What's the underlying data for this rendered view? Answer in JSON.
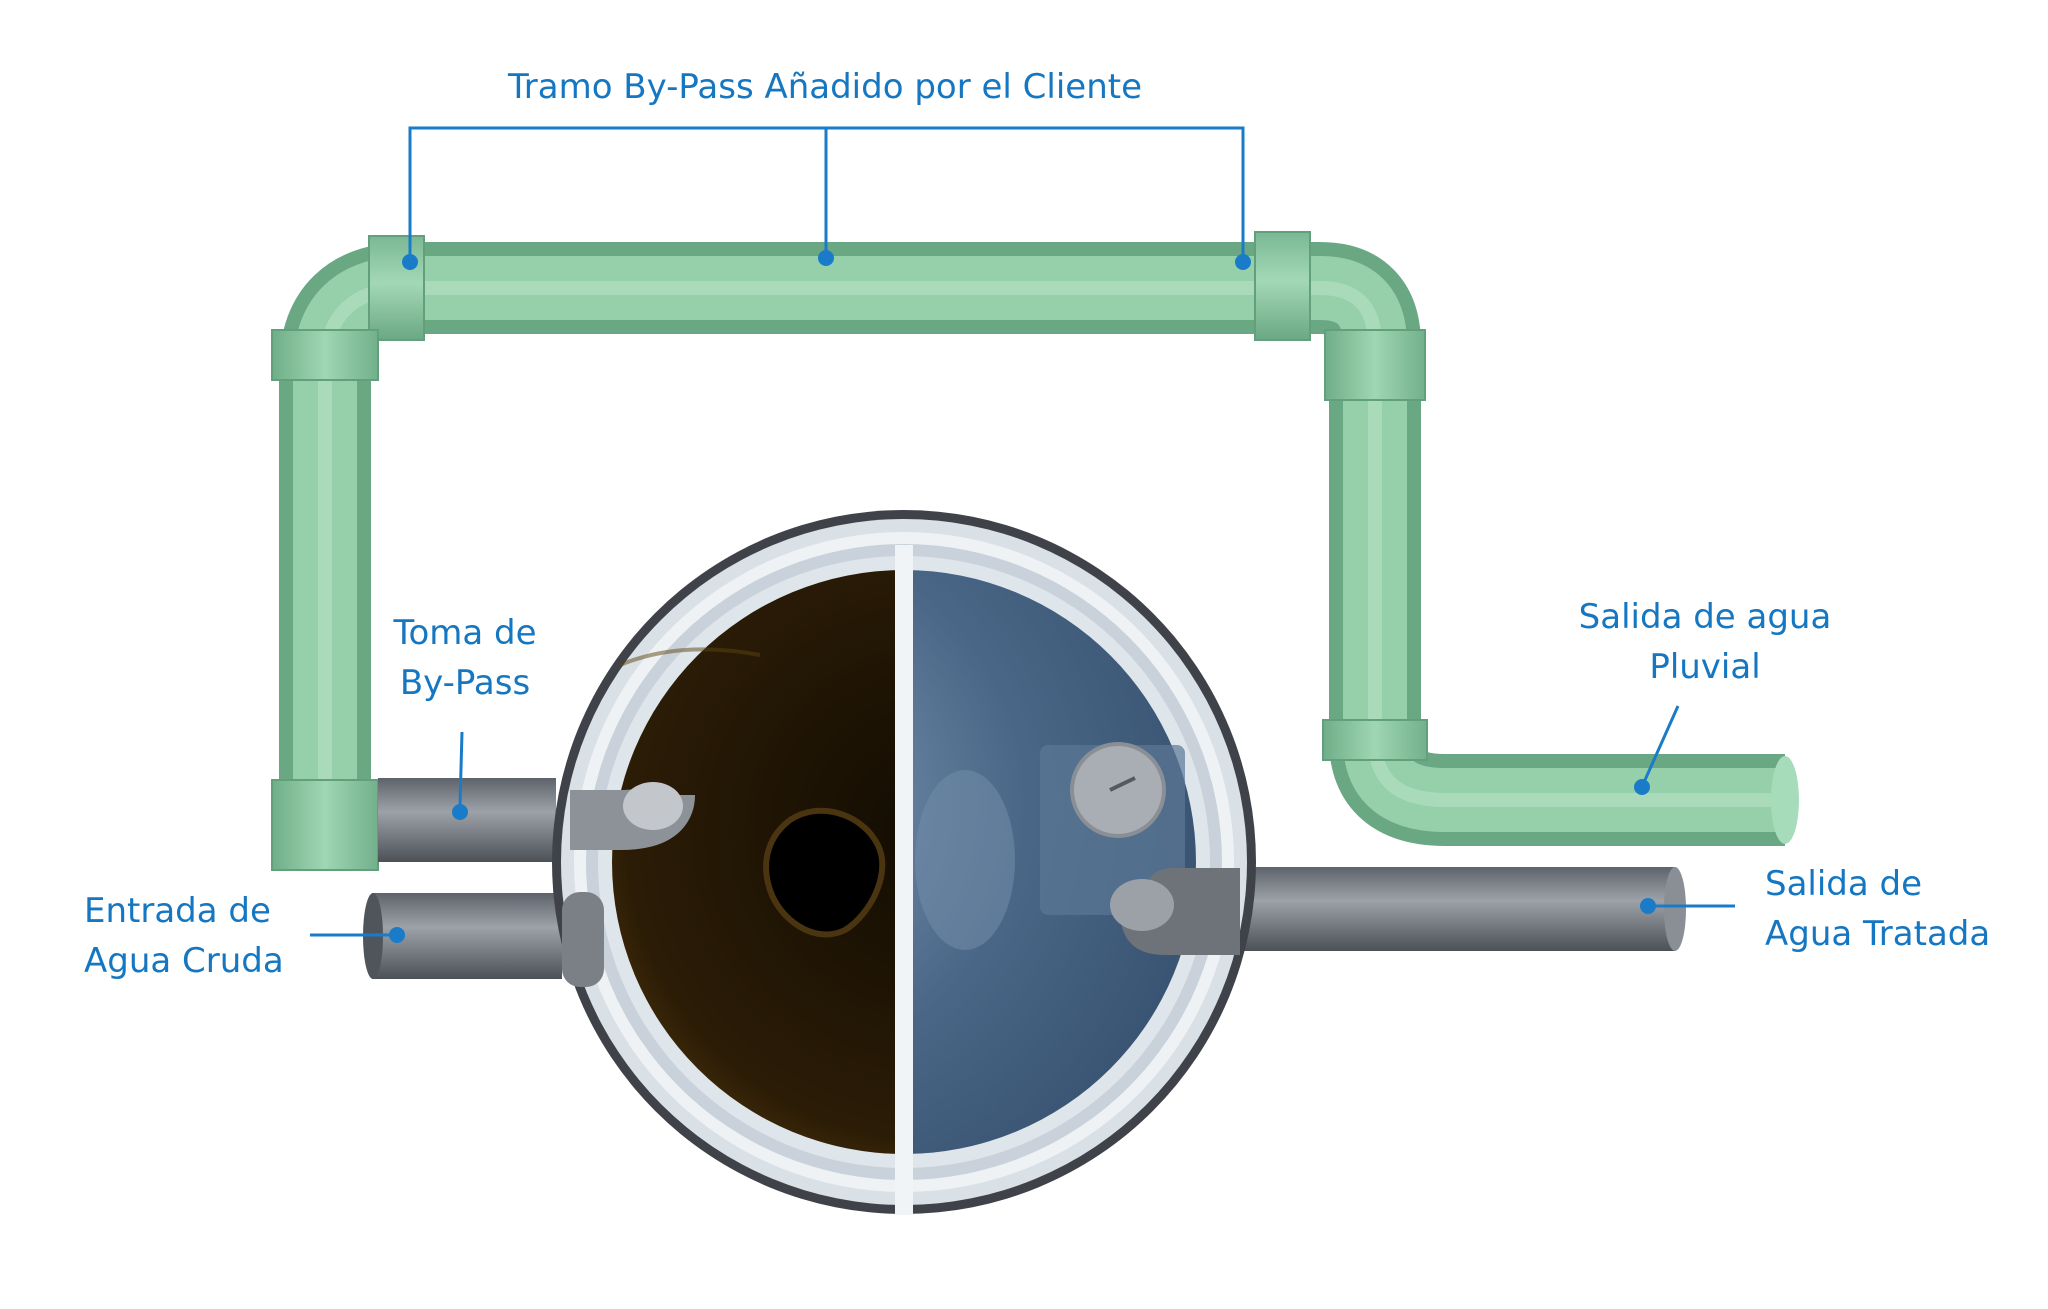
{
  "labels": {
    "bypass_section": "Tramo By-Pass Añadido por el Cliente",
    "bypass_intake": [
      "Toma de",
      "By-Pass"
    ],
    "raw_water_inlet": [
      "Entrada de",
      "Agua Cruda"
    ],
    "rain_water_outlet": [
      "Salida de agua",
      "Pluvial"
    ],
    "treated_water_outlet": [
      "Salida de",
      "Agua Tratada"
    ]
  },
  "colors": {
    "label_text": "#1577c2",
    "callout_line": "#1a7cc8",
    "bypass_pipe": "#8ac7a0",
    "grey_pipe": "#7c8189",
    "raw_chamber": "#2b1c06",
    "treated_chamber": "#4a6787",
    "tank_wall": "#e5ebf0",
    "tank_rim": "#3f4249"
  },
  "parts": {
    "chambers": [
      "raw-water-chamber",
      "treated-water-chamber"
    ],
    "pipes": [
      "bypass-pipe",
      "bypass-intake-pipe",
      "raw-water-inlet-pipe",
      "rain-water-outlet-pipe",
      "treated-water-outlet-pipe"
    ]
  }
}
